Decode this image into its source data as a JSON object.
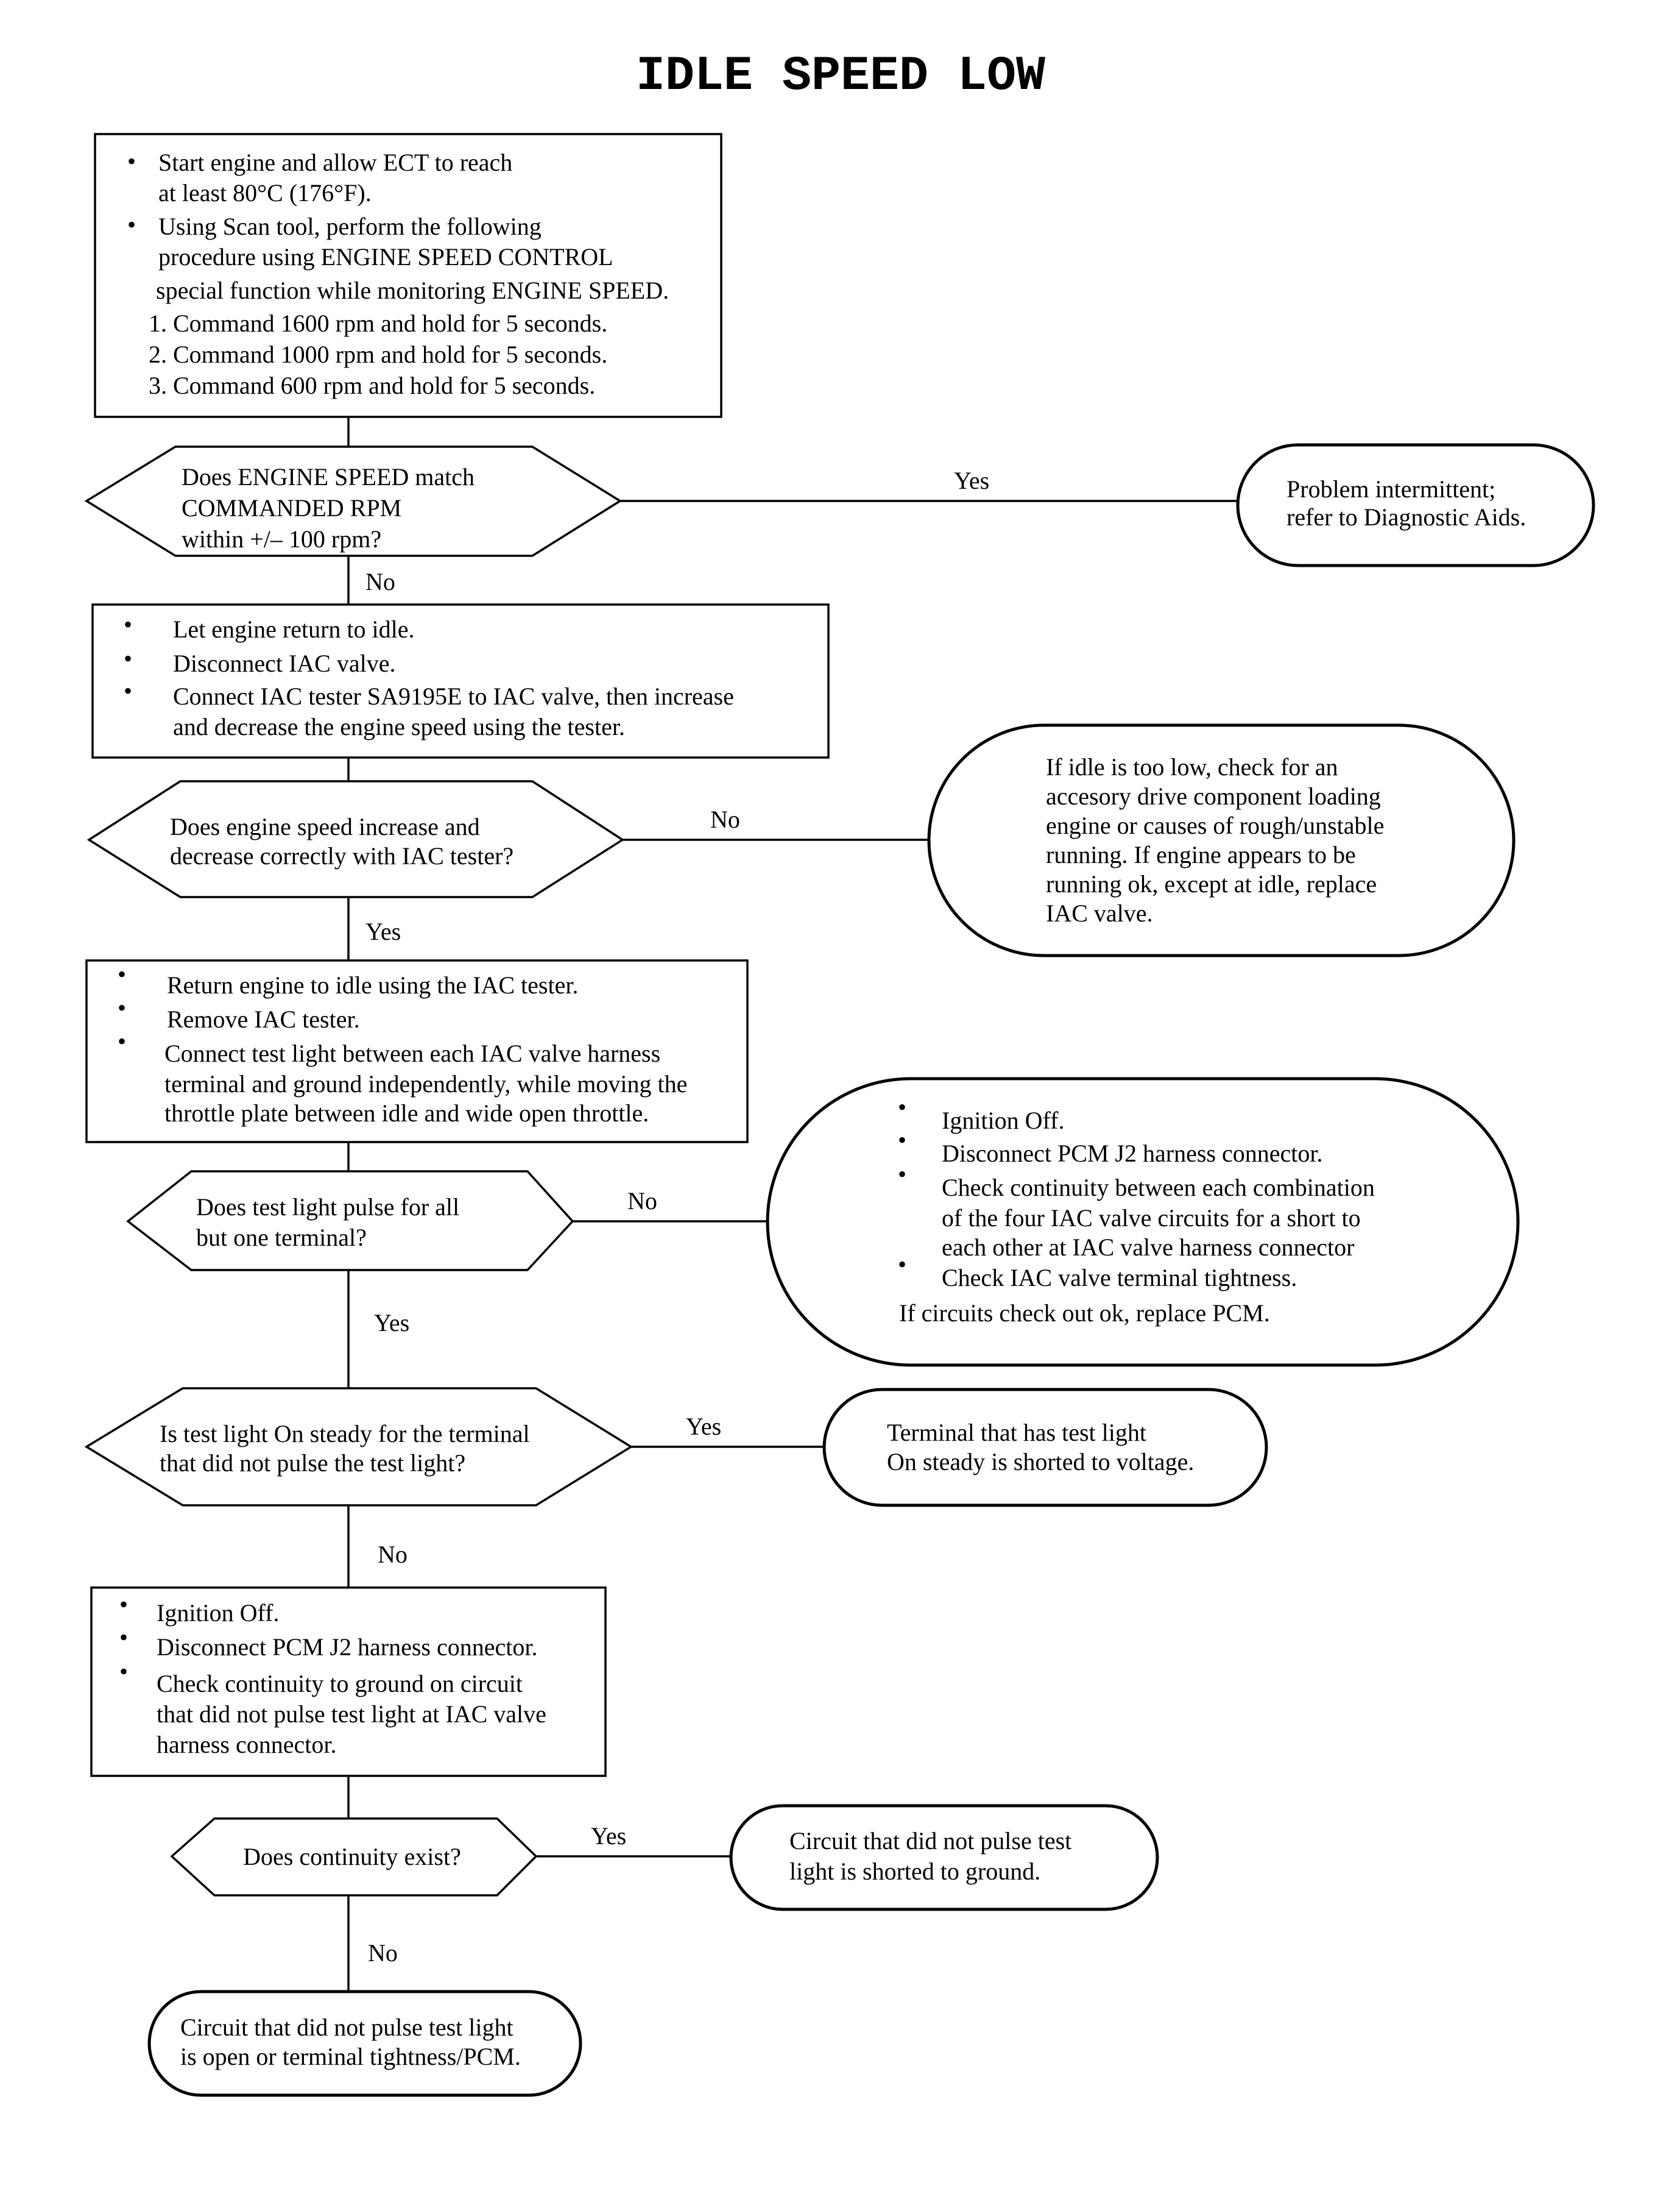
{
  "title": "IDLE SPEED LOW",
  "bullet": "•",
  "steps": {
    "s1": {
      "items": [
        [
          "Start engine and allow ECT to reach",
          "at least 80°C (176°F)."
        ],
        [
          "Using Scan tool, perform the following",
          "procedure using ENGINE SPEED CONTROL",
          "special function while monitoring ENGINE SPEED."
        ]
      ],
      "numbered": [
        "1.  Command 1600 rpm and hold for 5 seconds.",
        "2.  Command 1000 rpm and hold for 5 seconds.",
        "3.  Command 600 rpm and hold for 5 seconds."
      ]
    },
    "s2": {
      "items": [
        [
          "Let engine return to idle."
        ],
        [
          "Disconnect IAC valve."
        ],
        [
          "Connect IAC tester SA9195E to IAC valve, then increase",
          "and decrease the engine speed using the tester."
        ]
      ]
    },
    "s3": {
      "items": [
        [
          "Return engine to idle using the IAC tester."
        ],
        [
          "Remove IAC tester."
        ],
        [
          "Connect test light between each IAC valve harness",
          "terminal and ground independently, while moving the",
          "throttle plate between idle and wide open throttle."
        ]
      ]
    },
    "s4": {
      "items": [
        [
          "Ignition Off."
        ],
        [
          "Disconnect PCM J2 harness connector."
        ],
        [
          "Check continuity to ground on circuit",
          "that did not pulse test light at IAC valve",
          "harness connector."
        ]
      ]
    }
  },
  "decisions": {
    "d1": [
      "Does ENGINE SPEED match",
      "COMMANDED RPM",
      "within +/– 100 rpm?"
    ],
    "d2": [
      "Does engine speed increase and",
      "decrease correctly with IAC tester?"
    ],
    "d3": [
      "Does test light pulse for all",
      "but one terminal?"
    ],
    "d4": [
      "Is test light On steady for the terminal",
      "that did not pulse the test light?"
    ],
    "d5": [
      "Does continuity exist?"
    ]
  },
  "terminals": {
    "r1": [
      "Problem intermittent;",
      "refer to Diagnostic Aids."
    ],
    "r2": [
      "If idle is too low, check for an",
      "accesory drive component loading",
      "engine or causes of rough/unstable",
      "running. If engine appears to be",
      "running ok, except at idle, replace",
      "IAC valve."
    ],
    "r3": {
      "items": [
        [
          "Ignition Off."
        ],
        [
          "Disconnect PCM J2 harness connector."
        ],
        [
          "Check continuity between each combination",
          "of the four IAC valve circuits for a short to",
          "each other at IAC valve harness connector"
        ],
        [
          "Check IAC valve terminal tightness."
        ]
      ],
      "footer": "If circuits check out ok, replace PCM."
    },
    "r4": [
      "Terminal that has test light",
      "On steady is shorted to voltage."
    ],
    "r5": [
      "Circuit that did not pulse test",
      "light is shorted to ground."
    ],
    "r6": [
      "Circuit that did not pulse test light",
      "is open or terminal tightness/PCM."
    ]
  },
  "edge_labels": {
    "d1_yes": "Yes",
    "d1_no": "No",
    "d2_no": "No",
    "d2_yes": "Yes",
    "d3_no": "No",
    "d3_yes": "Yes",
    "d4_yes": "Yes",
    "d4_no": "No",
    "d5_yes": "Yes",
    "d5_no": "No"
  }
}
